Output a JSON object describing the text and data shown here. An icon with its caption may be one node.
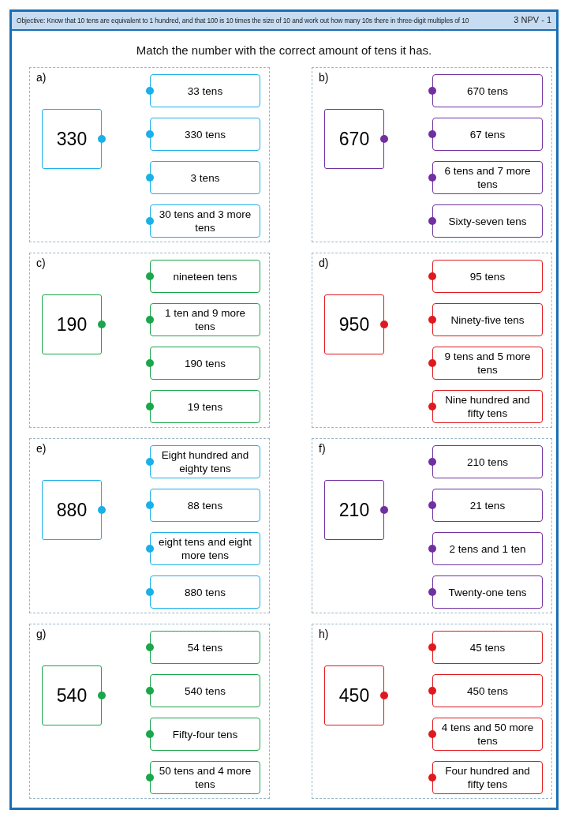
{
  "diagram": {
    "title": "Match the number with the correct amount of tens it has.",
    "nodes": [
      {
        "text": [
          "a)"
        ]
      },
      {
        "text": [
          "330"
        ],
        "in": 0
      },
      {
        "text": [
          "33 tens"
        ],
        "in": 0
      },
      {
        "text": [
          "330 tens"
        ],
        "in": 0
      },
      {
        "text": [
          "3 tens"
        ],
        "in": 0
      },
      {
        "text": [
          "30 tens and 3 more tens"
        ],
        "in": 0
      },
      {
        "text": [
          "b)"
        ]
      },
      {
        "text": [
          "670"
        ],
        "in": 6
      },
      {
        "text": [
          "670 tens"
        ],
        "in": 6
      },
      {
        "text": [
          "67 tens"
        ],
        "in": 6
      },
      {
        "text": [
          "6 tens and 7 more tens"
        ],
        "in": 6
      },
      {
        "text": [
          "Sixty-seven tens"
        ],
        "in": 6
      },
      {
        "text": [
          "c)"
        ]
      },
      {
        "text": [
          "190"
        ],
        "in": 12
      },
      {
        "text": [
          "nineteen tens"
        ],
        "in": 12
      },
      {
        "text": [
          "1 ten and 9 more tens"
        ],
        "in": 12
      },
      {
        "text": [
          "190 tens"
        ],
        "in": 12
      },
      {
        "text": [
          "19 tens"
        ],
        "in": 12
      },
      {
        "text": [
          "d)"
        ]
      },
      {
        "text": [
          "950"
        ],
        "in": 18
      },
      {
        "text": [
          "95 tens"
        ],
        "in": 18
      },
      {
        "text": [
          "Ninety-five tens"
        ],
        "in": 18
      },
      {
        "text": [
          "9 tens and 5 more tens"
        ],
        "in": 18
      },
      {
        "text": [
          "Nine hundred and fifty tens"
        ],
        "in": 18
      },
      {
        "text": [
          "e)"
        ]
      },
      {
        "text": [
          "880"
        ],
        "in": 24
      },
      {
        "text": [
          "Eight hundred and eighty tens"
        ],
        "in": 24
      },
      {
        "text": [
          "88 tens"
        ],
        "in": 24
      },
      {
        "text": [
          "eight tens and eight more tens"
        ],
        "in": 24
      },
      {
        "text": [
          "880 tens"
        ],
        "in": 24
      },
      {
        "text": [
          "f)"
        ]
      },
      {
        "text": [
          "210"
        ],
        "in": 30
      },
      {
        "text": [
          "210 tens"
        ],
        "in": 30
      },
      {
        "text": [
          "21 tens"
        ],
        "in": 30
      },
      {
        "text": [
          "2 tens and 1 ten"
        ],
        "in": 30
      },
      {
        "text": [
          "Twenty-one tens"
        ],
        "in": 30
      },
      {
        "text": [
          "g)"
        ]
      },
      {
        "text": [
          "540"
        ],
        "in": 36
      },
      {
        "text": [
          "54 tens"
        ],
        "in": 36
      },
      {
        "text": [
          "540 tens"
        ],
        "in": 36
      },
      {
        "text": [
          "Fifty-four tens"
        ],
        "in": 36
      },
      {
        "text": [
          "50 tens and 4 more tens"
        ],
        "in": 36
      },
      {
        "text": [
          "h)"
        ]
      },
      {
        "text": [
          "450"
        ],
        "in": 42
      },
      {
        "text": [
          "45 tens"
        ],
        "in": 42
      },
      {
        "text": [
          "450 tens"
        ],
        "in": 42
      },
      {
        "text": [
          "4 tens and 50 more tens"
        ],
        "in": 42
      },
      {
        "text": [
          "Four hundred and fifty tens"
        ],
        "in": 42
      }
    ],
    "labels": [
      "Objective: Know that 10 tens are equivalent to 1 hundred, and that 100 is 10 times the size of 10 and work out how many 10s there in three-digit multiples of 10",
      "3 NPV - 1"
    ]
  }
}
